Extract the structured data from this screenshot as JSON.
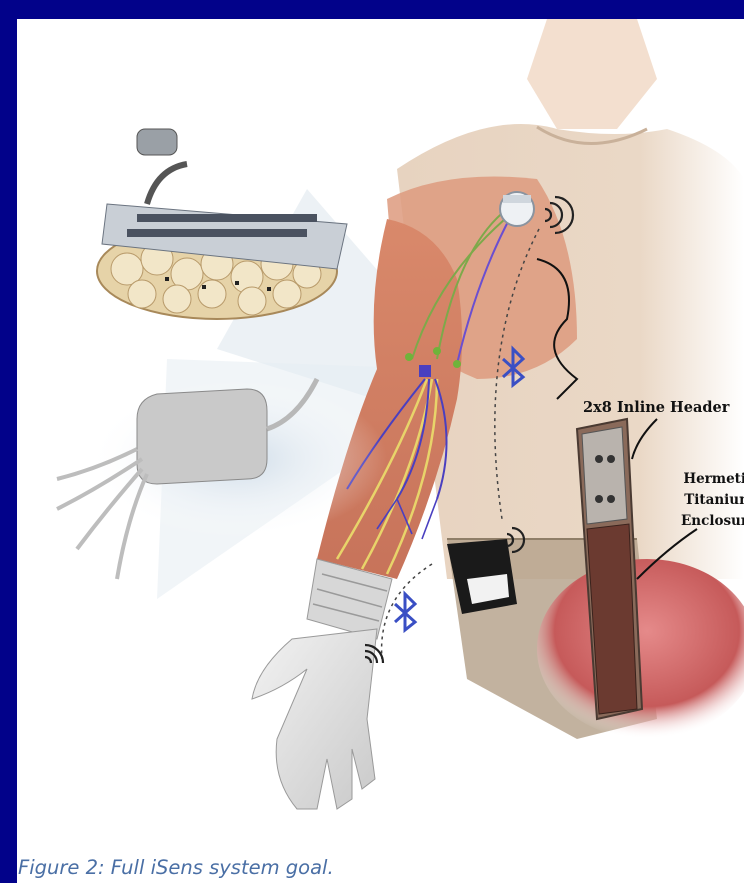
{
  "figure": {
    "caption": "Figure 2: Full iSens system goal.",
    "labels": {
      "inline_header": "2x8 Inline Header",
      "enclosure_line1": "Hermetic",
      "enclosure_line2": "Titanium",
      "enclosure_line3": "Enclosure"
    }
  },
  "icons": [
    "bluetooth-icon",
    "wireless-signal-icon",
    "electrode-cuff-icon",
    "implant-device-icon",
    "prosthetic-hand-icon"
  ],
  "colors": {
    "border": "#02028a",
    "caption": "#4a6fa5",
    "bluetooth": "#3a4fc4",
    "nerve_yellow": "#e8d46a",
    "nerve_purple": "#4a3fc0",
    "muscle": "#d88a6a"
  }
}
